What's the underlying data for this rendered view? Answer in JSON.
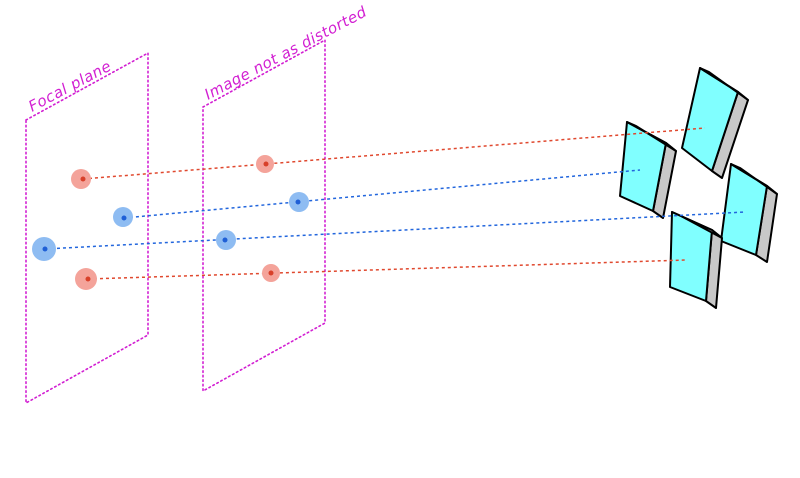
{
  "labels": {
    "focal_plane": "Focal plane",
    "image_plane": "Image not as distorted"
  },
  "colors": {
    "plane_outline": "#d21fd2",
    "label_text": "#d21fd2",
    "red_ray": "#e0482e",
    "blue_ray": "#2266dd",
    "red_spot": "#f4a39a",
    "red_center": "#d8402a",
    "blue_spot": "#8ebcf2",
    "blue_center": "#1f5fd6",
    "mirror_face": "#80ffff",
    "mirror_edge": "#c8c8c8",
    "mirror_outline": "#000000"
  },
  "rays": [
    {
      "color": "red"
    },
    {
      "color": "blue"
    },
    {
      "color": "blue"
    },
    {
      "color": "red"
    }
  ],
  "mirror_segments": [
    {
      "name": "top-right"
    },
    {
      "name": "top-left"
    },
    {
      "name": "bottom-right"
    },
    {
      "name": "bottom-left"
    }
  ]
}
